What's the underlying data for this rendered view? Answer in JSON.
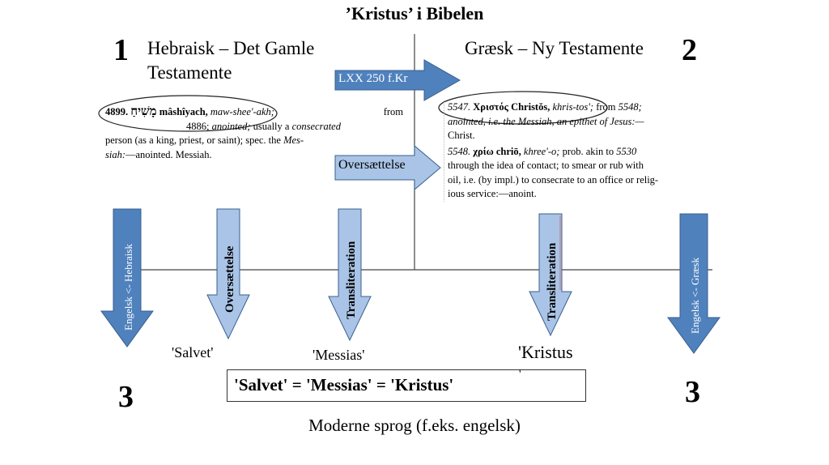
{
  "title": "’Kristus’ i Bibelen",
  "left": {
    "number": "1",
    "heading_line1": "Hebraisk – Det Gamle",
    "heading_line2": "Testamente",
    "entry_number": "4899.",
    "hebrew_word": "מָשִׁיחַ",
    "translit": "mâshîyach,",
    "pronunciation": "maw-shee'-akh;",
    "from_text": "from",
    "def_line2_ref": "4886;",
    "def_line2": "anointed;",
    "def_line2b": "usually a",
    "def_line2c": "consecrated",
    "def_line3": "person (as a king, priest, or saint); spec. the",
    "def_line3b": "Mes-",
    "def_line4": "siah:",
    "def_line4b": "—anointed. Messiah."
  },
  "right": {
    "number": "2",
    "heading": "Græsk – Ny Testamente",
    "entry1_number": "5547.",
    "entry1_greek": "Χριστός",
    "entry1_translit": "Christŏs,",
    "entry1_pron": "khris-tos';",
    "entry1_from": "from",
    "entry1_ref": "5548;",
    "entry1_line2": "anointed, i.e. the Messiah, an epithet of Jesus:—",
    "entry1_line3": "Christ.",
    "entry2_number": "5548.",
    "entry2_greek": "χρίω",
    "entry2_translit": "chriō,",
    "entry2_pron": "khree'-o;",
    "entry2_rest": "prob. akin to",
    "entry2_ref": "5530",
    "entry2_line2": "through the idea of contact; to smear or rub with",
    "entry2_line3": "oil, i.e. (by impl.) to consecrate to an office or relig-",
    "entry2_line4": "ious service:—anoint."
  },
  "center_arrows": {
    "lxx": "LXX 250 f.Kr",
    "oversaettelse": "Oversættelse"
  },
  "down_arrows": [
    {
      "label": "Engelsk <- Hebraisk"
    },
    {
      "label": "Oversættelse"
    },
    {
      "label": "Transliteration"
    },
    {
      "label": "Transliteration"
    },
    {
      "label": "Engelsk <- Græsk"
    }
  ],
  "results": {
    "salvet": "'Salvet'",
    "messias": "'Messias'",
    "kristus": "'Kristus",
    "kristus_tail": "'"
  },
  "bottom": {
    "number_left": "3",
    "number_right": "3",
    "equation": "'Salvet' = 'Messias' = 'Kristus'",
    "caption": "Moderne sprog (f.eks. engelsk)"
  },
  "colors": {
    "arrow_dark": "#4f81bd",
    "arrow_light": "#a9c4e6",
    "arrow_stroke": "#3a5f8f"
  }
}
